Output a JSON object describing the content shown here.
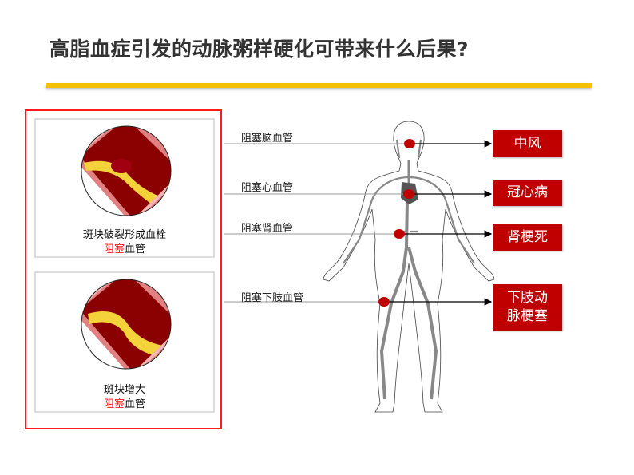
{
  "title": "高脂血症引发的动脉粥样硬化可带来什么后果?",
  "panels": [
    {
      "caption_line1": "斑块破裂形成血栓",
      "caption_red": "阻塞",
      "caption_rest": "血管"
    },
    {
      "caption_line1": "斑块增大",
      "caption_red": "阻塞",
      "caption_rest": "血管"
    }
  ],
  "blockages": [
    {
      "label": "阻塞脑血管",
      "result": "中风"
    },
    {
      "label": "阻塞心血管",
      "result": "冠心病"
    },
    {
      "label": "阻塞肾血管",
      "result": "肾梗死"
    },
    {
      "label": "阻塞下肢血管",
      "result": "下肢动\n脉梗塞",
      "result_line1": "下肢动",
      "result_line2": "脉梗塞"
    }
  ],
  "colors": {
    "accent": "#f2c200",
    "result_box": "#c00000",
    "frame": "#ff1a1a",
    "dot": "#c00000"
  }
}
